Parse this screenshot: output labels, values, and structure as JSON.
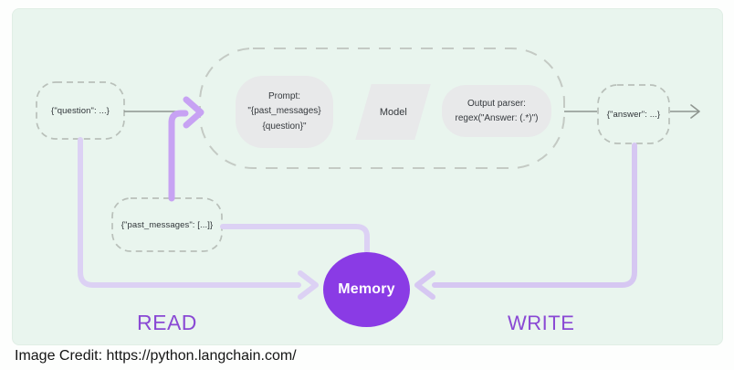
{
  "diagram": {
    "nodes": {
      "question": {
        "label": "{\"question\": ...}"
      },
      "prompt": {
        "line1": "Prompt:",
        "line2": "\"{past_messages}",
        "line3": "{question}\""
      },
      "model": {
        "label": "Model"
      },
      "output_parser": {
        "line1": "Output parser:",
        "line2": "regex(\"Answer: (.*)\")"
      },
      "answer": {
        "label": "{\"answer\": ...}"
      },
      "past_messages": {
        "label": "{\"past_messages\": [...]}"
      },
      "memory": {
        "label": "Memory"
      }
    },
    "labels": {
      "read": "READ",
      "write": "WRITE"
    },
    "colors": {
      "panel_bg": "#e9f5ee",
      "memory_fill": "#8a3be5",
      "flow_label_purple": "#8a49d4",
      "lavender_line": "#dcd1f4",
      "bright_arrow_purple": "#c7a2f3",
      "node_fill": "#e8e9ea",
      "dash_gray": "#b9c0ba",
      "line_gray": "#8e958f"
    }
  },
  "footer": {
    "credit": "Image Credit: https://python.langchain.com/"
  }
}
